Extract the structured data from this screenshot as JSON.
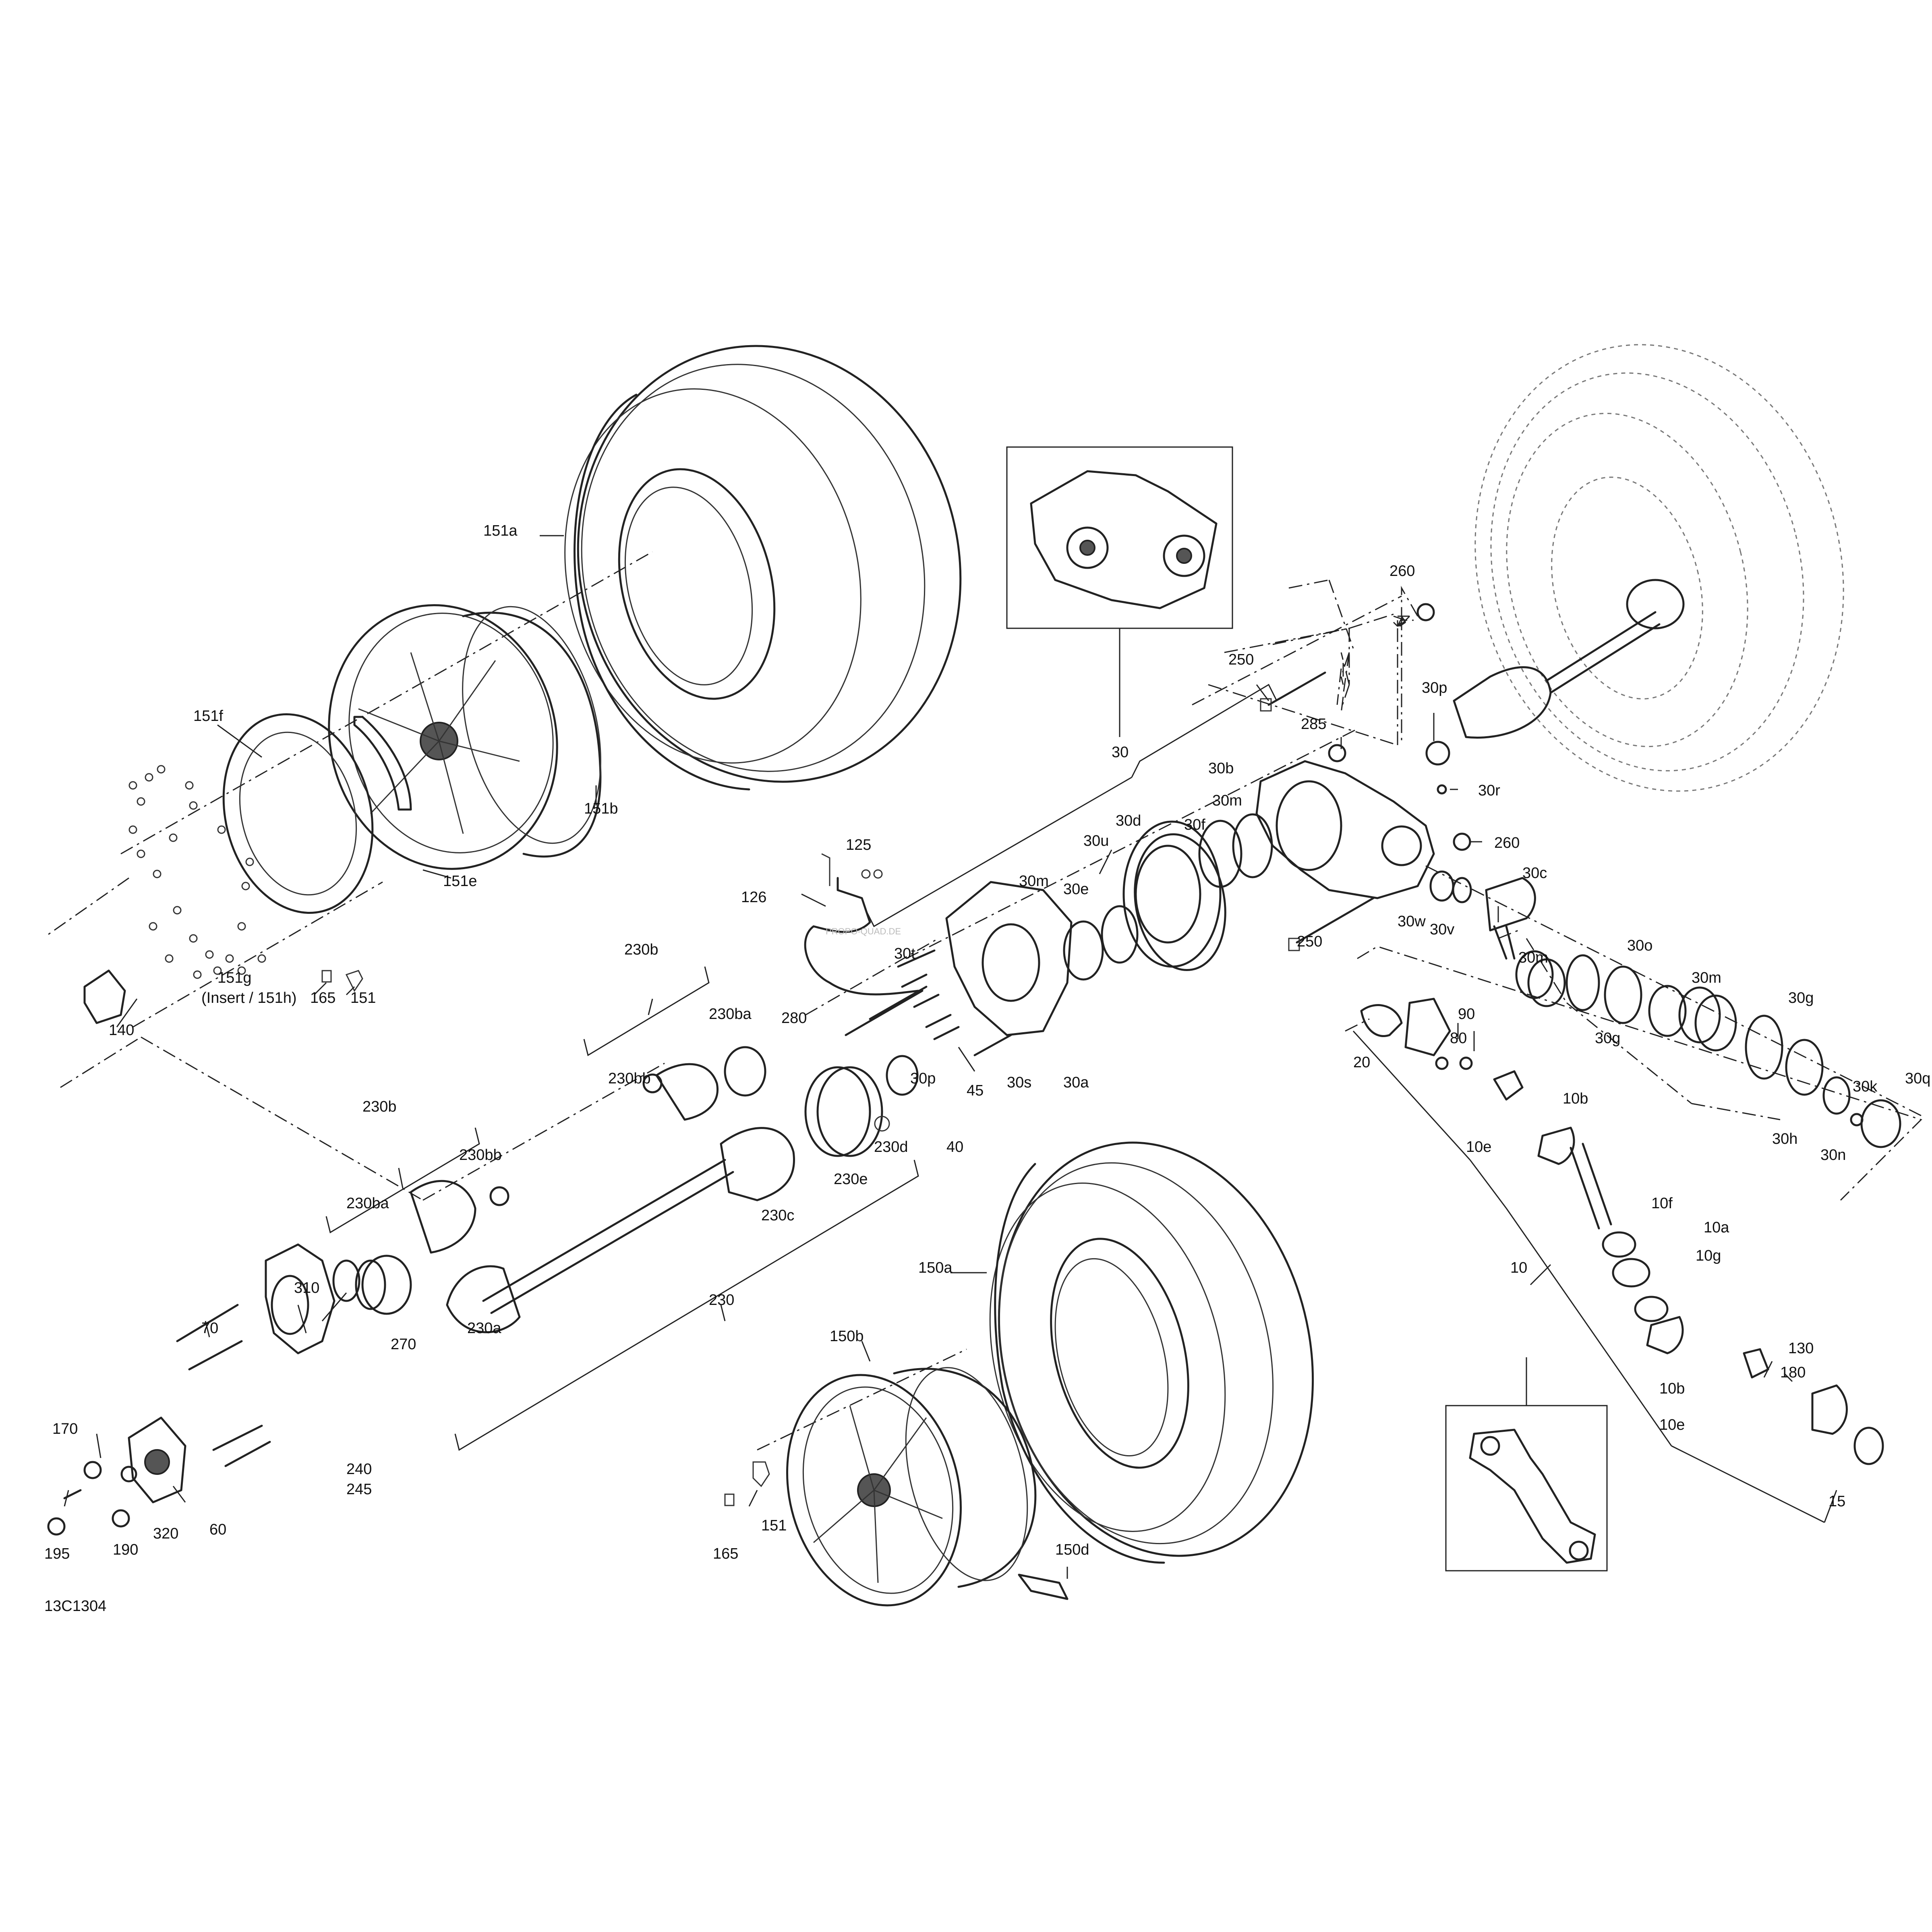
{
  "diagram": {
    "code": "13C1304",
    "watermark": "PROPO-QUAD.DE"
  },
  "callouts": [
    {
      "id": "151a",
      "text": "151a"
    },
    {
      "id": "151f",
      "text": "151f"
    },
    {
      "id": "151b",
      "text": "151b"
    },
    {
      "id": "151e",
      "text": "151e"
    },
    {
      "id": "140",
      "text": "140"
    },
    {
      "id": "151g",
      "text": "151g"
    },
    {
      "id": "151g-note",
      "text": "(Insert / 151h)"
    },
    {
      "id": "165-top",
      "text": "165"
    },
    {
      "id": "151-top",
      "text": "151"
    },
    {
      "id": "30",
      "text": "30"
    },
    {
      "id": "260-top",
      "text": "260"
    },
    {
      "id": "250-top",
      "text": "250"
    },
    {
      "id": "285",
      "text": "285"
    },
    {
      "id": "30p-right",
      "text": "30p"
    },
    {
      "id": "30b",
      "text": "30b"
    },
    {
      "id": "30r",
      "text": "30r"
    },
    {
      "id": "30m-a",
      "text": "30m"
    },
    {
      "id": "30d",
      "text": "30d"
    },
    {
      "id": "30f",
      "text": "30f"
    },
    {
      "id": "30u",
      "text": "30u"
    },
    {
      "id": "260-mid",
      "text": "260"
    },
    {
      "id": "125",
      "text": "125"
    },
    {
      "id": "30e",
      "text": "30e"
    },
    {
      "id": "30m-b",
      "text": "30m"
    },
    {
      "id": "30c",
      "text": "30c"
    },
    {
      "id": "30w",
      "text": "30w"
    },
    {
      "id": "30v",
      "text": "30v"
    },
    {
      "id": "126",
      "text": "126"
    },
    {
      "id": "30t",
      "text": "30t"
    },
    {
      "id": "250-mid",
      "text": "250"
    },
    {
      "id": "30o",
      "text": "30o"
    },
    {
      "id": "30m-c",
      "text": "30m"
    },
    {
      "id": "30m-d",
      "text": "30m"
    },
    {
      "id": "230b-top",
      "text": "230b"
    },
    {
      "id": "230ba-top",
      "text": "230ba"
    },
    {
      "id": "280",
      "text": "280"
    },
    {
      "id": "90",
      "text": "90"
    },
    {
      "id": "80",
      "text": "80"
    },
    {
      "id": "30g-a",
      "text": "30g"
    },
    {
      "id": "30g-b",
      "text": "30g"
    },
    {
      "id": "30a",
      "text": "30a"
    },
    {
      "id": "30p-mid",
      "text": "30p"
    },
    {
      "id": "45",
      "text": "45"
    },
    {
      "id": "30s",
      "text": "30s"
    },
    {
      "id": "230bb-top",
      "text": "230bb"
    },
    {
      "id": "20",
      "text": "20"
    },
    {
      "id": "10b-top",
      "text": "10b"
    },
    {
      "id": "30k",
      "text": "30k"
    },
    {
      "id": "30q",
      "text": "30q"
    },
    {
      "id": "230d",
      "text": "230d"
    },
    {
      "id": "40",
      "text": "40"
    },
    {
      "id": "30h",
      "text": "30h"
    },
    {
      "id": "30n",
      "text": "30n"
    },
    {
      "id": "10e-top",
      "text": "10e"
    },
    {
      "id": "230b-mid",
      "text": "230b"
    },
    {
      "id": "230e",
      "text": "230e"
    },
    {
      "id": "230bb-mid",
      "text": "230bb"
    },
    {
      "id": "230c",
      "text": "230c"
    },
    {
      "id": "230ba-mid",
      "text": "230ba"
    },
    {
      "id": "10f",
      "text": "10f"
    },
    {
      "id": "10a",
      "text": "10a"
    },
    {
      "id": "10g",
      "text": "10g"
    },
    {
      "id": "150a",
      "text": "150a"
    },
    {
      "id": "230",
      "text": "230"
    },
    {
      "id": "10",
      "text": "10"
    },
    {
      "id": "310",
      "text": "310"
    },
    {
      "id": "150b",
      "text": "150b"
    },
    {
      "id": "230a",
      "text": "230a"
    },
    {
      "id": "270",
      "text": "270"
    },
    {
      "id": "70",
      "text": "70"
    },
    {
      "id": "130",
      "text": "130"
    },
    {
      "id": "180",
      "text": "180"
    },
    {
      "id": "10b-bot",
      "text": "10b"
    },
    {
      "id": "10e-bot",
      "text": "10e"
    },
    {
      "id": "170",
      "text": "170"
    },
    {
      "id": "240",
      "text": "240"
    },
    {
      "id": "245",
      "text": "245"
    },
    {
      "id": "151-bot",
      "text": "151"
    },
    {
      "id": "15",
      "text": "15"
    },
    {
      "id": "195",
      "text": "195"
    },
    {
      "id": "190",
      "text": "190"
    },
    {
      "id": "320",
      "text": "320"
    },
    {
      "id": "60",
      "text": "60"
    },
    {
      "id": "165-bot",
      "text": "165"
    },
    {
      "id": "150d",
      "text": "150d"
    }
  ]
}
